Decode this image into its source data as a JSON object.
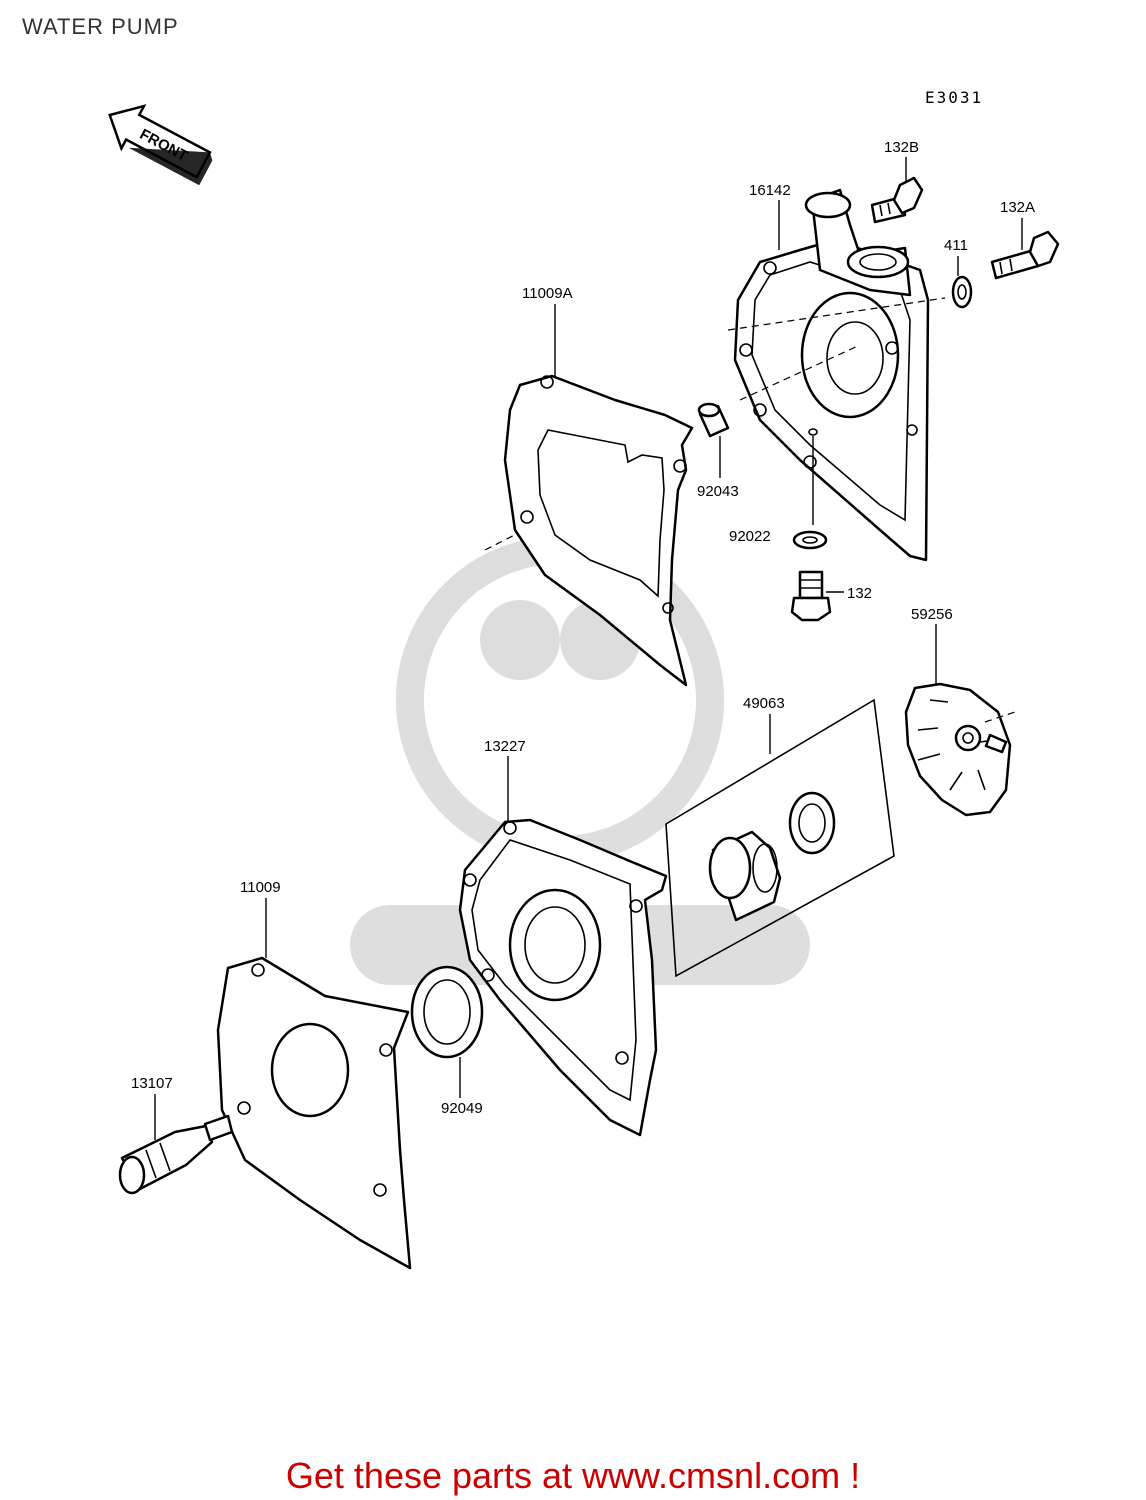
{
  "page": {
    "title": "WATER PUMP",
    "diagram_code": "E3031",
    "front_label": "FRONT",
    "footer": "Get these parts at www.cmsnl.com !",
    "footer_color": "#cc0000",
    "watermark": "WWW.CMSNL.COM"
  },
  "parts": [
    {
      "id": "132B",
      "label": "132B"
    },
    {
      "id": "16142",
      "label": "16142"
    },
    {
      "id": "132A",
      "label": "132A"
    },
    {
      "id": "411",
      "label": "411"
    },
    {
      "id": "11009A",
      "label": "11009A"
    },
    {
      "id": "92043",
      "label": "92043"
    },
    {
      "id": "92022",
      "label": "92022"
    },
    {
      "id": "132",
      "label": "132"
    },
    {
      "id": "59256",
      "label": "59256"
    },
    {
      "id": "49063",
      "label": "49063"
    },
    {
      "id": "13227",
      "label": "13227"
    },
    {
      "id": "11009",
      "label": "11009"
    },
    {
      "id": "13107",
      "label": "13107"
    },
    {
      "id": "92049",
      "label": "92049"
    }
  ]
}
